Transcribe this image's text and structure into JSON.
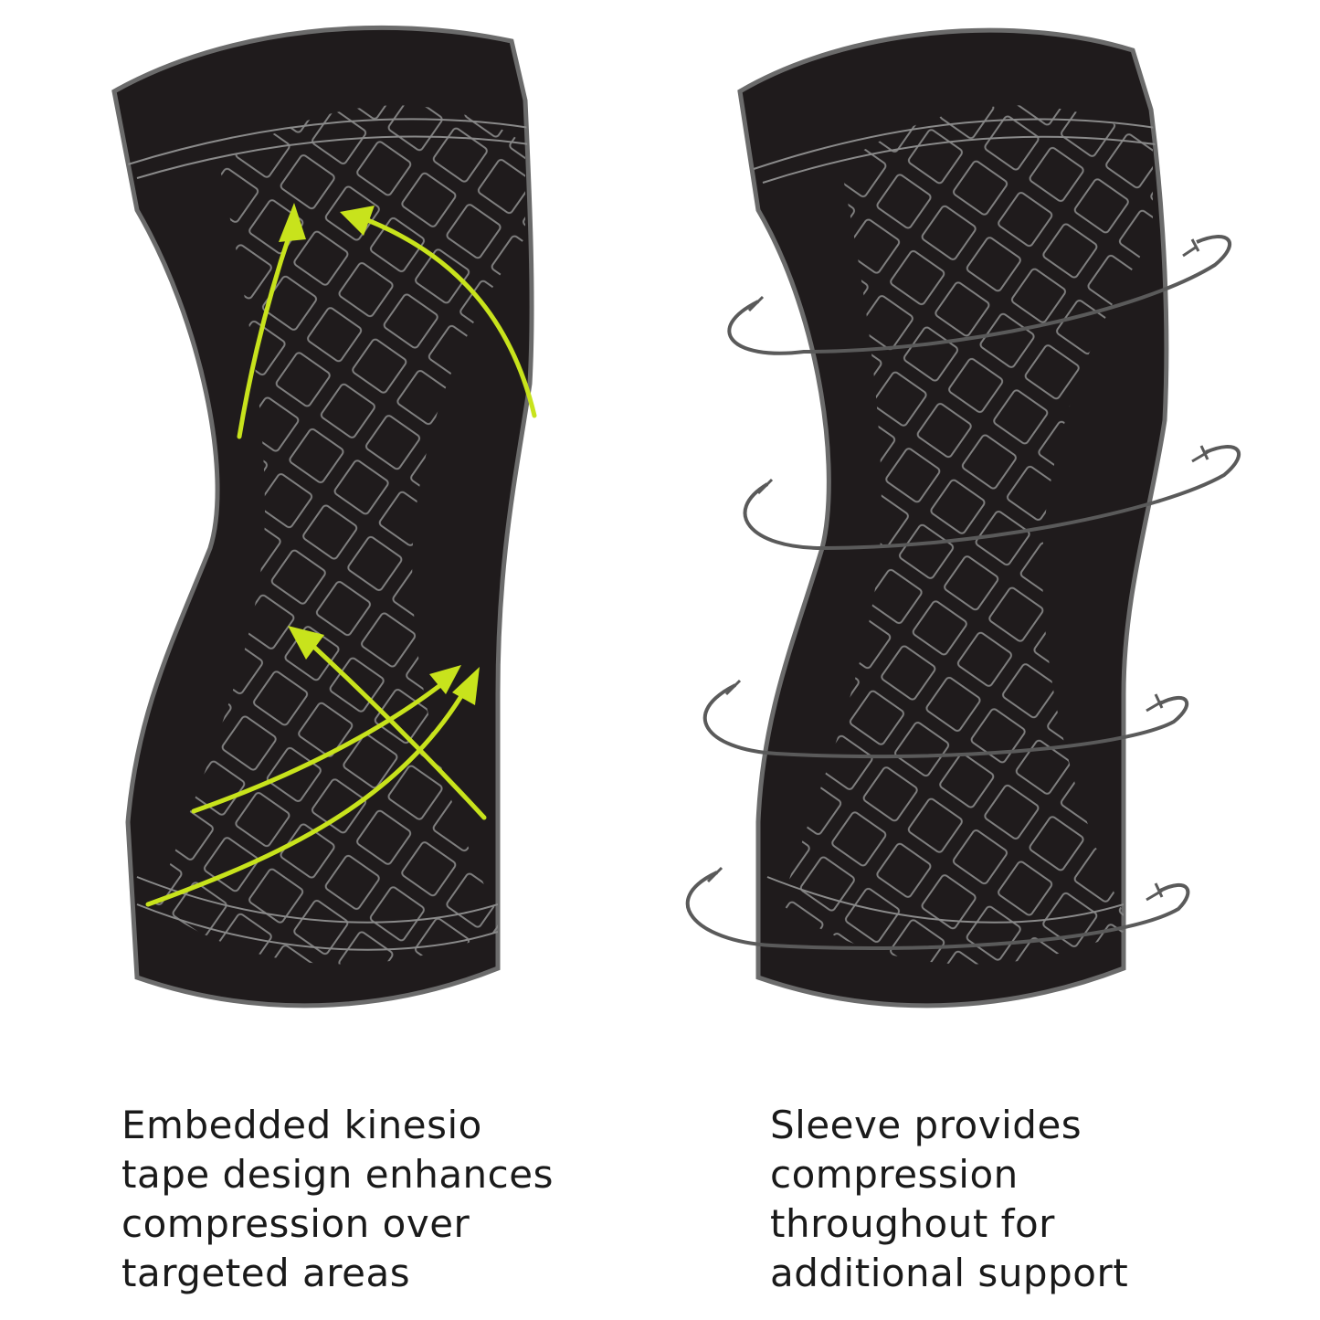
{
  "panels": [
    {
      "id": "kinesio",
      "illustration": "knee-sleeve-with-kinesio-arrows",
      "caption_lines": [
        "Embedded kinesio",
        "tape design enhances",
        "compression over",
        "targeted areas"
      ]
    },
    {
      "id": "compression",
      "illustration": "knee-sleeve-with-compression-rings",
      "caption_lines": [
        "Sleeve provides",
        "compression",
        "throughout for",
        "additional support"
      ]
    }
  ],
  "colors": {
    "sleeve_fill": "#1f1b1c",
    "sleeve_edge": "#6b6b6b",
    "pattern_line": "#8a8a8a",
    "arrow_accent": "#c8e31c",
    "ring_stroke": "#555555",
    "caption_text": "#1a1a1a"
  }
}
